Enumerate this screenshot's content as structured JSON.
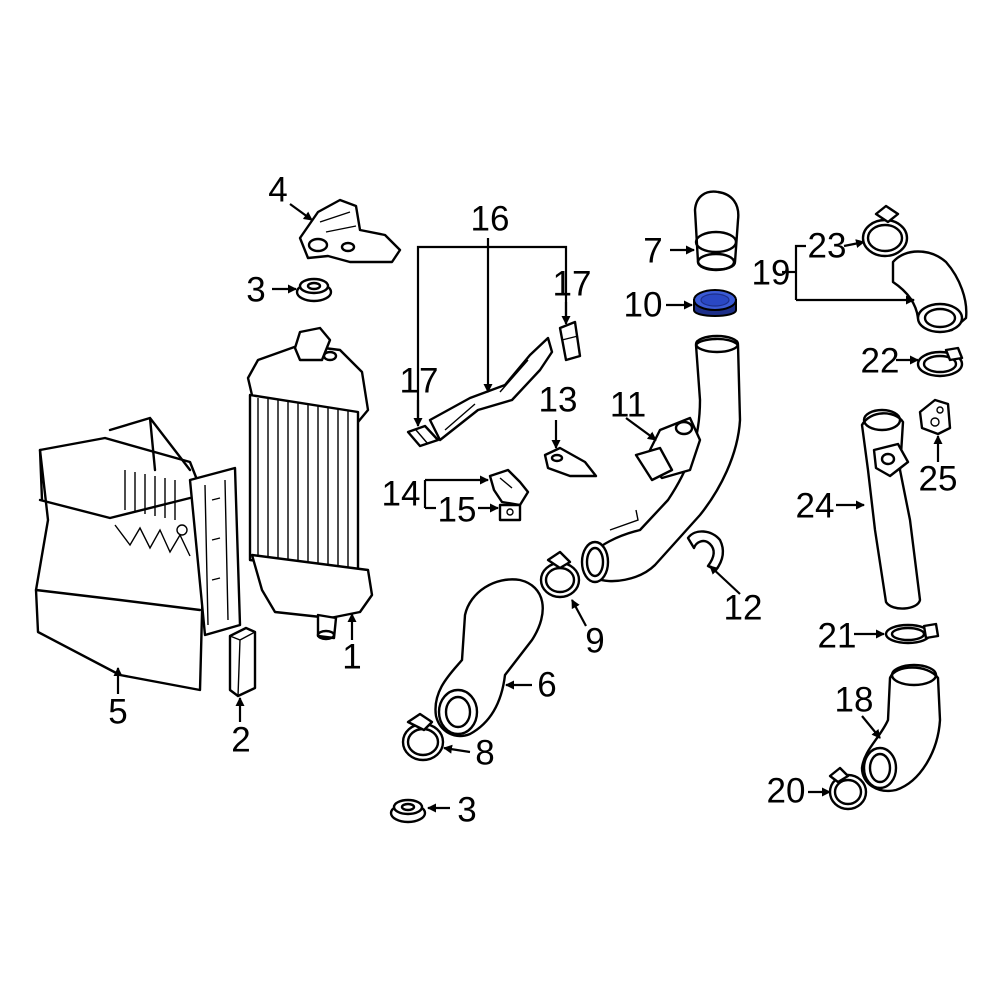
{
  "callouts": [
    {
      "id": "c1",
      "label": "1"
    },
    {
      "id": "c2",
      "label": "2"
    },
    {
      "id": "c3a",
      "label": "3"
    },
    {
      "id": "c3b",
      "label": "3"
    },
    {
      "id": "c4",
      "label": "4"
    },
    {
      "id": "c5",
      "label": "5"
    },
    {
      "id": "c6",
      "label": "6"
    },
    {
      "id": "c7",
      "label": "7"
    },
    {
      "id": "c8",
      "label": "8"
    },
    {
      "id": "c9",
      "label": "9"
    },
    {
      "id": "c10",
      "label": "10"
    },
    {
      "id": "c11",
      "label": "11"
    },
    {
      "id": "c12",
      "label": "12"
    },
    {
      "id": "c13",
      "label": "13"
    },
    {
      "id": "c14",
      "label": "14"
    },
    {
      "id": "c15",
      "label": "15"
    },
    {
      "id": "c16",
      "label": "16"
    },
    {
      "id": "c17a",
      "label": "17"
    },
    {
      "id": "c17b",
      "label": "17"
    },
    {
      "id": "c18",
      "label": "18"
    },
    {
      "id": "c19",
      "label": "19"
    },
    {
      "id": "c20",
      "label": "20"
    },
    {
      "id": "c21",
      "label": "21"
    },
    {
      "id": "c22",
      "label": "22"
    },
    {
      "id": "c23",
      "label": "23"
    },
    {
      "id": "c24",
      "label": "24"
    },
    {
      "id": "c25",
      "label": "25"
    }
  ],
  "colors": {
    "highlight": "#3b5bd6",
    "highlight_dark": "#1d2f8a",
    "line": "#000000",
    "background": "#ffffff"
  }
}
